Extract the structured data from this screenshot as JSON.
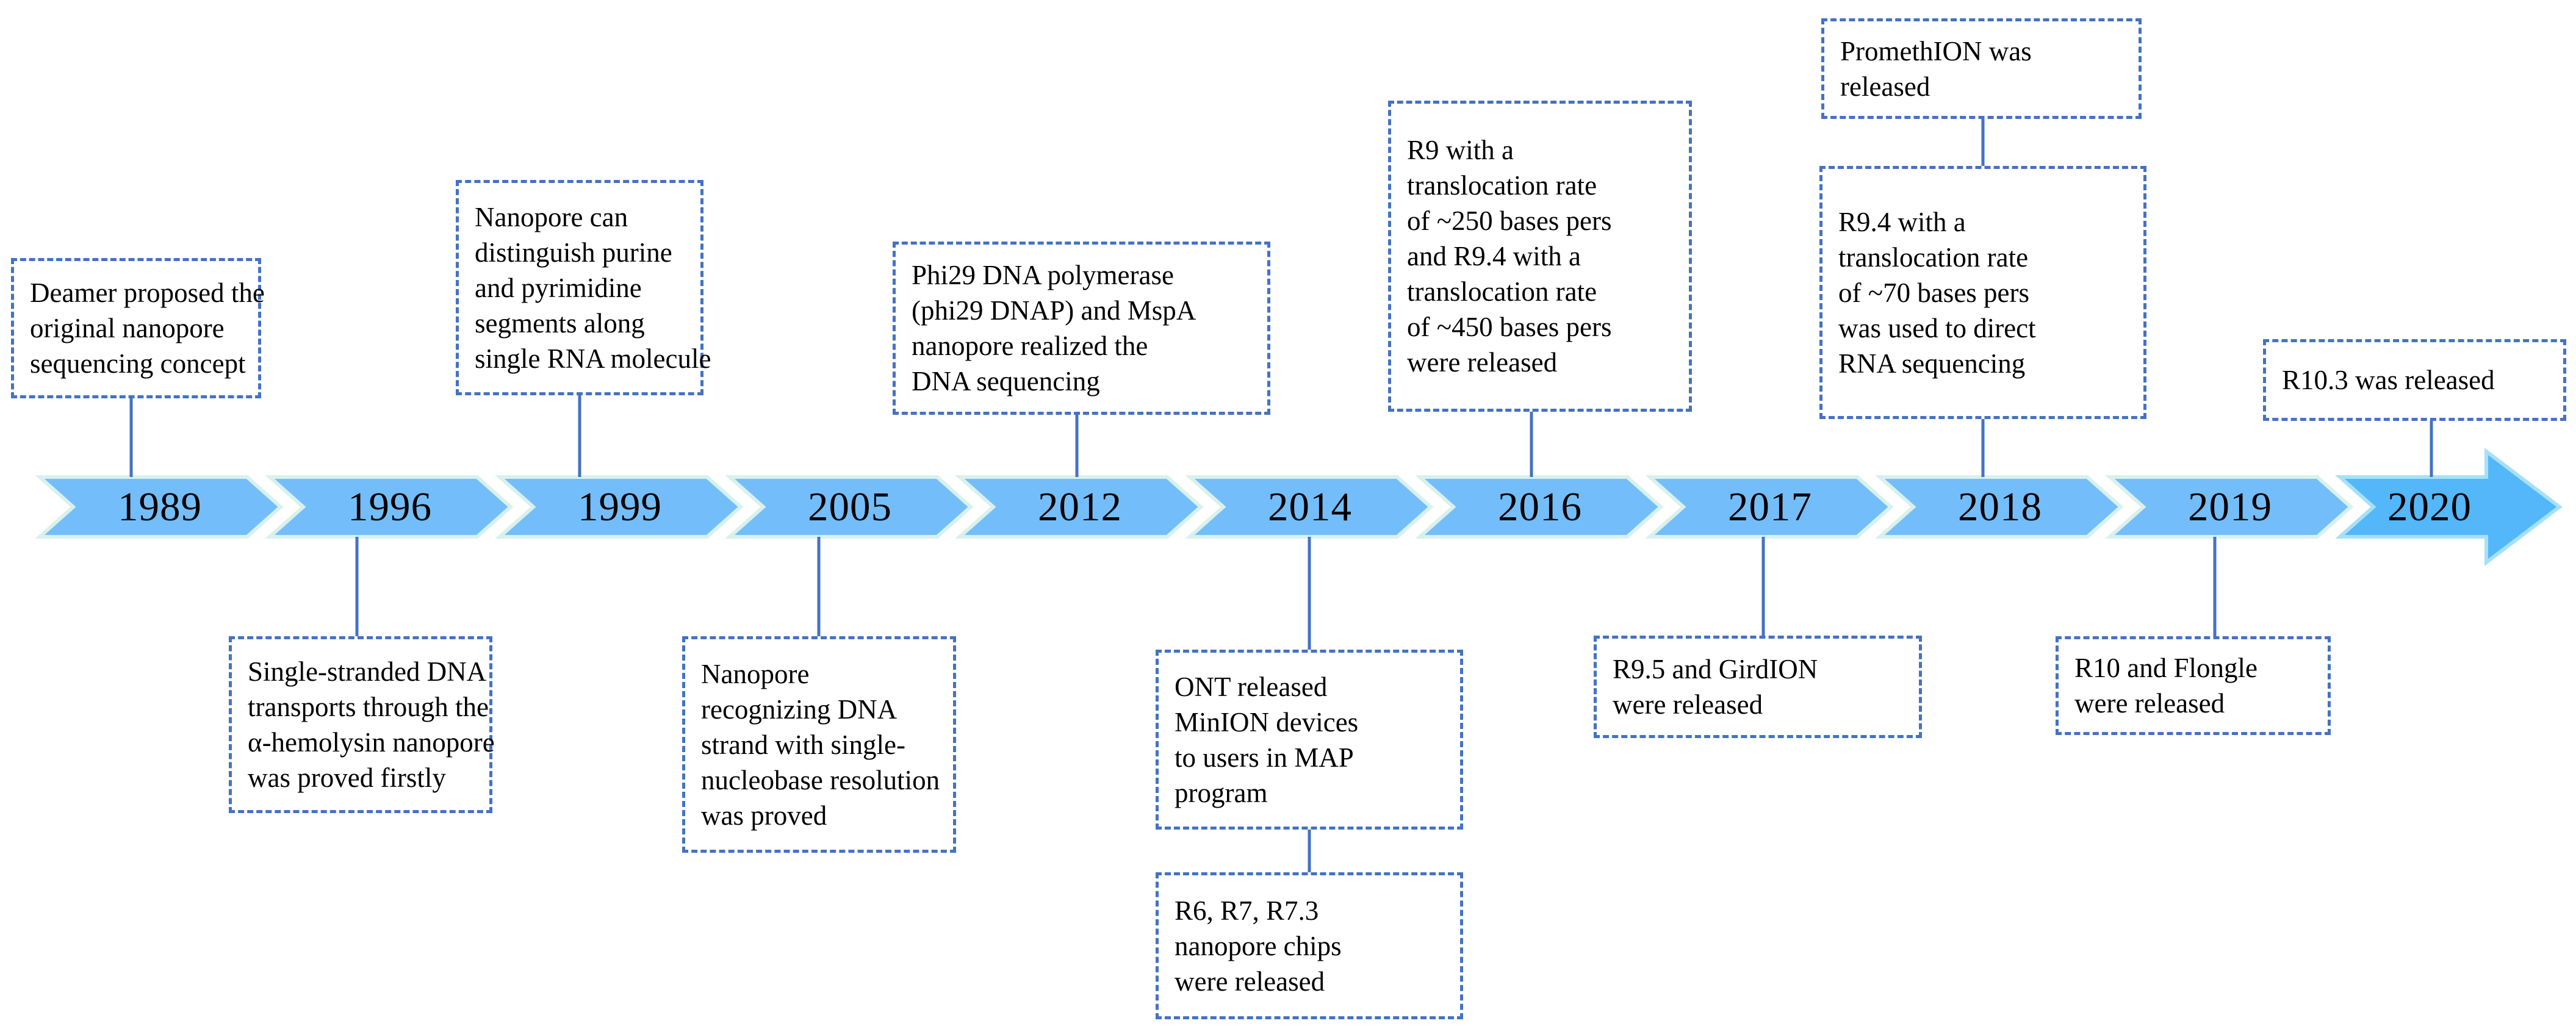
{
  "figure": {
    "type": "timeline",
    "subject": "Development history of nanopore sequencing (1989-2020)"
  },
  "colors": {
    "chevron_fill": "#73BEFA",
    "chevron_border": "#D9F1EC",
    "final_arrow_fill": "#53B7FA",
    "final_arrow_border": "#A6E1F6",
    "event_box_border": "#4472C4",
    "connector_line": "#4472C4",
    "text": "#000000"
  },
  "events": [
    {
      "year": "1989",
      "boxes": [
        {
          "position": "above",
          "text": "Deamer proposed the\noriginal nanopore\nsequencing concept"
        }
      ]
    },
    {
      "year": "1996",
      "boxes": [
        {
          "position": "below",
          "text": "Single-stranded DNA\ntransports through the\nα-hemolysin nanopore\nwas proved firstly"
        }
      ]
    },
    {
      "year": "1999",
      "boxes": [
        {
          "position": "above",
          "text": "Nanopore can\ndistinguish purine\nand pyrimidine\nsegments along\nsingle RNA molecule"
        }
      ]
    },
    {
      "year": "2005",
      "boxes": [
        {
          "position": "below",
          "text": "Nanopore\nrecognizing DNA\nstrand with single-\nnucleobase resolution\nwas proved"
        }
      ]
    },
    {
      "year": "2012",
      "boxes": [
        {
          "position": "above",
          "text": "Phi29 DNA polymerase\n(phi29 DNAP) and MspA\nnanopore realized the\nDNA sequencing"
        }
      ]
    },
    {
      "year": "2014",
      "boxes": [
        {
          "position": "below",
          "text": "ONT released\nMinION devices\nto users in MAP\nprogram"
        },
        {
          "position": "below-2",
          "text": "R6, R7, R7.3\nnanopore chips\nwere released"
        }
      ]
    },
    {
      "year": "2016",
      "boxes": [
        {
          "position": "above",
          "text": "R9 with a\ntranslocation rate\nof ~250 bases pers\nand R9.4 with a\ntranslocation rate\nof ~450 bases pers\nwere released"
        }
      ]
    },
    {
      "year": "2017",
      "boxes": [
        {
          "position": "below",
          "text": "R9.5 and GirdION\nwere released"
        }
      ]
    },
    {
      "year": "2018",
      "boxes": [
        {
          "position": "above",
          "text": "PromethION was\nreleased"
        },
        {
          "position": "above-2",
          "text": "R9.4 with a\ntranslocation rate\nof ~70 bases pers\nwas used to direct\nRNA sequencing"
        }
      ]
    },
    {
      "year": "2019",
      "boxes": [
        {
          "position": "below",
          "text": "R10 and Flongle\nwere released"
        }
      ]
    },
    {
      "year": "2020",
      "boxes": [
        {
          "position": "above",
          "text": "R10.3 was released"
        }
      ]
    }
  ]
}
